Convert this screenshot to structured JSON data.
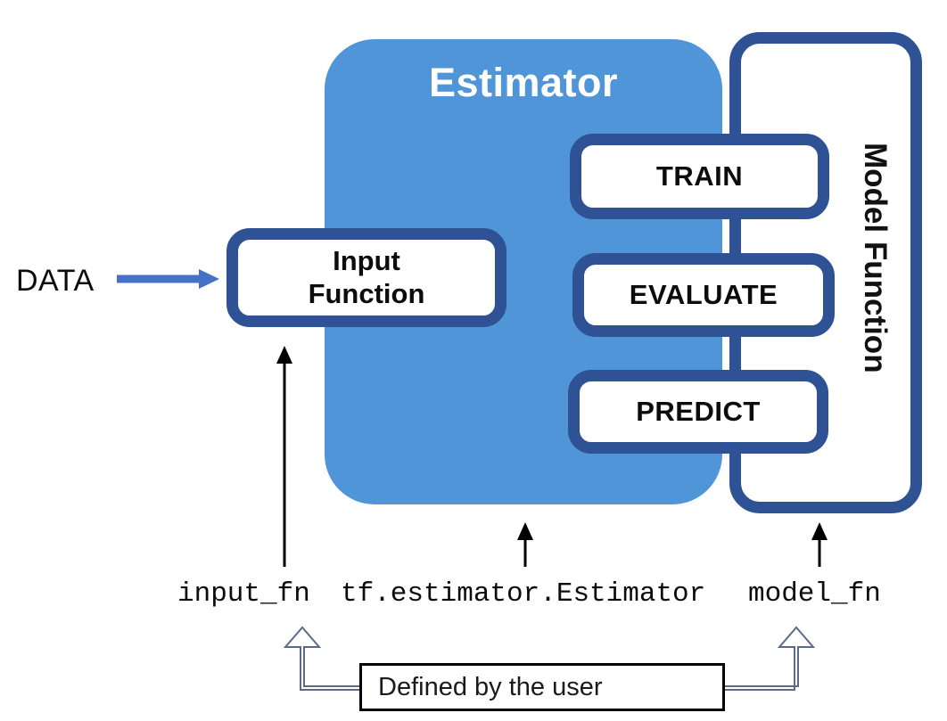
{
  "diagram": {
    "title": "TensorFlow Estimator architecture diagram",
    "estimator": {
      "title": "Estimator",
      "panel_color": "#5095d8",
      "border_color": "#2e5294"
    },
    "model_function": {
      "label": "Model Function"
    },
    "actions": [
      {
        "name": "train",
        "label": "TRAIN"
      },
      {
        "name": "evaluate",
        "label": "EVALUATE"
      },
      {
        "name": "predict",
        "label": "PREDICT"
      }
    ],
    "input_function": {
      "line1": "Input",
      "line2": "Function"
    },
    "data_source": {
      "label": "DATA",
      "arrow_color": "#4472c4",
      "arrow_icon": "right-arrow-icon"
    },
    "code_labels": [
      {
        "name": "input-fn",
        "text": "input_fn"
      },
      {
        "name": "estimator-fn",
        "text": "tf.estimator.Estimator"
      },
      {
        "name": "model-fn",
        "text": "model_fn"
      }
    ],
    "user_note": {
      "label": "Defined by the user",
      "border_color": "#000000"
    },
    "pointer_arrows": [
      {
        "name": "arrow-to-input-function",
        "icon": "up-arrow-icon"
      },
      {
        "name": "arrow-to-estimator",
        "icon": "up-arrow-icon"
      },
      {
        "name": "arrow-to-model-function",
        "icon": "up-arrow-icon"
      }
    ],
    "elbow_arrows": [
      {
        "name": "elbow-arrow-to-input-fn",
        "icon": "elbow-up-arrow-icon"
      },
      {
        "name": "elbow-arrow-to-model-fn",
        "icon": "elbow-up-arrow-icon"
      }
    ]
  }
}
